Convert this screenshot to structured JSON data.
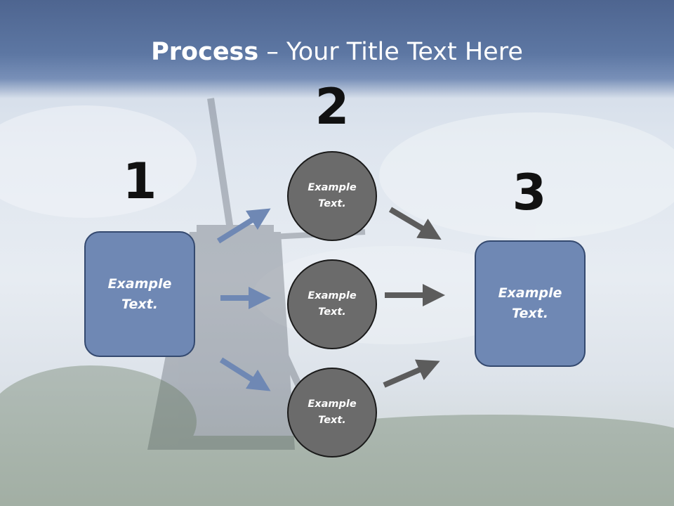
{
  "title": {
    "bold": "Process",
    "rest": " – Your Title Text Here"
  },
  "steps": {
    "one": "1",
    "two": "2",
    "three": "3"
  },
  "left_box": {
    "line1": "Example",
    "line2": "Text."
  },
  "right_box": {
    "line1": "Example",
    "line2": "Text."
  },
  "circles": [
    {
      "line1": "Example",
      "line2": "Text."
    },
    {
      "line1": "Example",
      "line2": "Text."
    },
    {
      "line1": "Example",
      "line2": "Text."
    }
  ],
  "colors": {
    "box_fill": "#6f88b4",
    "circle_fill": "#6b6b6b",
    "blue_arrow": "#6f88b4",
    "gray_arrow": "#5c5c5c"
  }
}
